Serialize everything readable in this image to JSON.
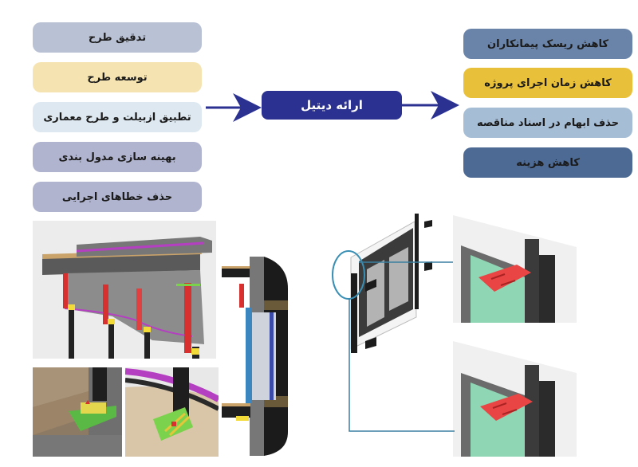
{
  "colors": {
    "arrow": "#2b3190",
    "center_box": "#2b3190",
    "connector_line": "#3a7fa0",
    "highlight_circle": "#3a8fb5"
  },
  "left_items": [
    {
      "label": "تدقیق طرح",
      "color": "#b9c1d5"
    },
    {
      "label": "توسعه طرح",
      "color": "#f5e4b1"
    },
    {
      "label": "تطبیق ازبیلت و طرح معماری",
      "color": "#dde8f0"
    },
    {
      "label": "بهینه سازی مدول بندی",
      "color": "#b0b4cf"
    },
    {
      "label": "حذف خطاهای اجرایی",
      "color": "#b0b4cf"
    }
  ],
  "center": {
    "label": "ارائه دیتیل"
  },
  "right_items": [
    {
      "label": "کاهش ریسک پیمانکاران",
      "color": "#6a84a9"
    },
    {
      "label": "کاهش زمان اجرای پروژه",
      "color": "#e9c039"
    },
    {
      "label": "حذف ابهام در اسناد مناقصه",
      "color": "#a6bdd6"
    },
    {
      "label": "کاهش هزینه",
      "color": "#4c6a94"
    }
  ],
  "images": [
    {
      "name": "facade-3d-model"
    },
    {
      "name": "bracket-detail-1"
    },
    {
      "name": "bracket-detail-2"
    },
    {
      "name": "section-cut"
    },
    {
      "name": "window-frame-overview"
    },
    {
      "name": "anchor-detail-top"
    },
    {
      "name": "anchor-detail-bottom"
    }
  ]
}
